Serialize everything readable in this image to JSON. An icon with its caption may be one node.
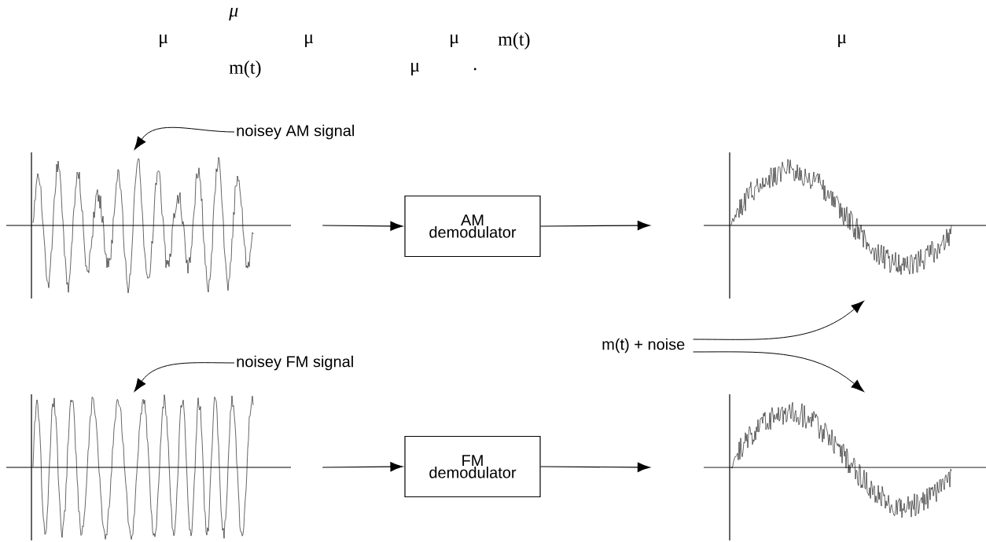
{
  "diagram": {
    "nodes": [
      {
        "text": [
          "noisey AM signal"
        ]
      },
      {
        "text": [],
        "shape": "picture"
      },
      {
        "text": [
          "AM demodulator"
        ]
      },
      {
        "text": [],
        "shape": "picture"
      },
      {
        "text": [
          "m(t) + noise"
        ]
      },
      {
        "text": [
          "noisey FM signal"
        ]
      },
      {
        "text": [],
        "shape": "picture"
      },
      {
        "text": [
          "FM demodulator"
        ]
      },
      {
        "text": [],
        "shape": "picture"
      }
    ],
    "edges": [
      {
        "from": 0,
        "to": 1,
        "arrow": "to"
      },
      {
        "from": 1,
        "to": 2,
        "arrow": "to"
      },
      {
        "from": 2,
        "to": 3,
        "arrow": "to"
      },
      {
        "from": 4,
        "to": 3,
        "arrow": "to"
      },
      {
        "from": 4,
        "to": 8,
        "arrow": "to"
      },
      {
        "from": 5,
        "to": 6,
        "arrow": "to"
      },
      {
        "from": 6,
        "to": 7,
        "arrow": "to"
      },
      {
        "from": 7,
        "to": 8,
        "arrow": "to"
      }
    ],
    "labels": [
      "μ",
      "μ",
      "μ",
      "μ",
      "m(t)",
      "μ",
      "m(t)",
      "μ",
      "."
    ]
  }
}
